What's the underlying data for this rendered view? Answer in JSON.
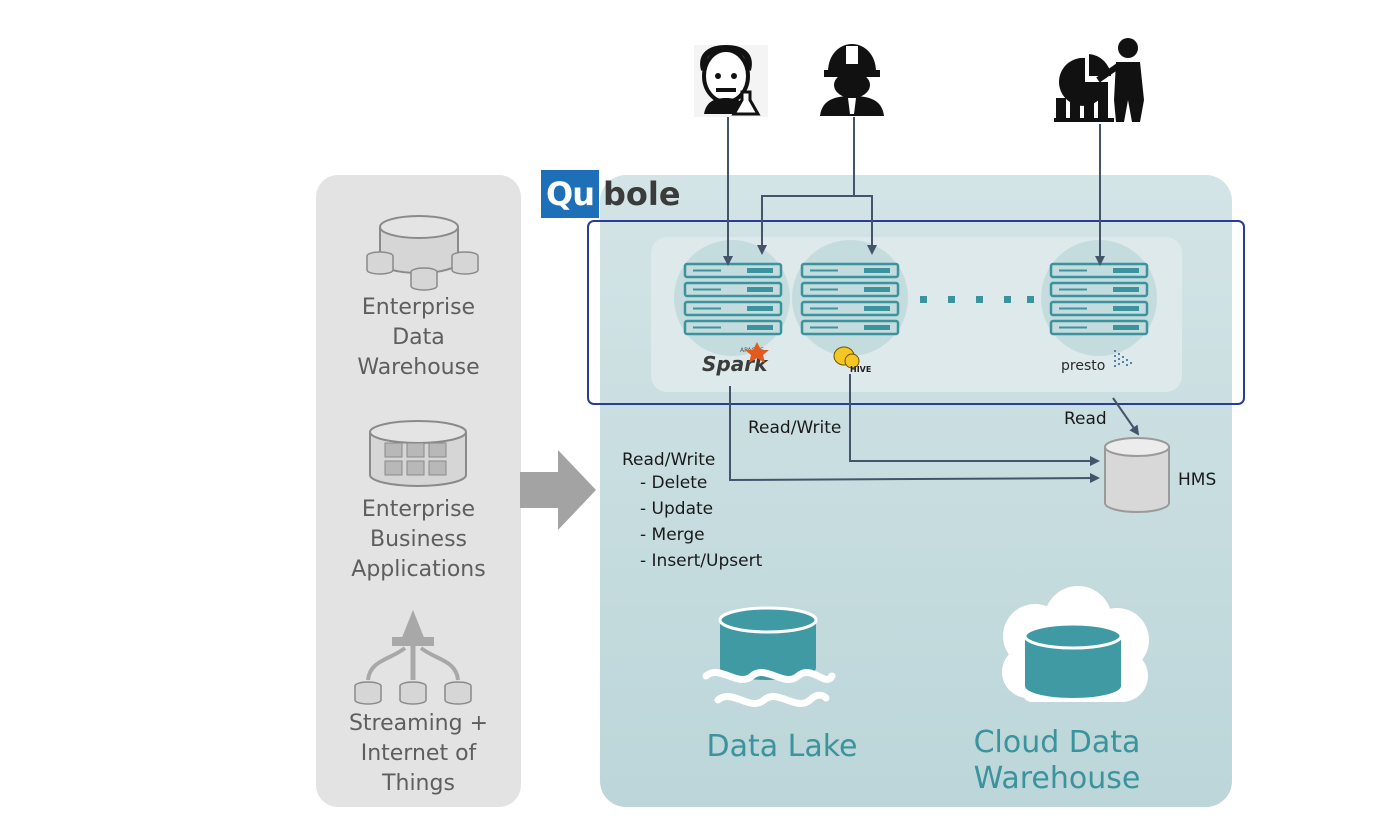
{
  "logo": {
    "qu": "Qu",
    "bole": "bole"
  },
  "sources": {
    "enterprise_dw": [
      "Enterprise",
      "Data",
      "Warehouse"
    ],
    "enterprise_apps": [
      "Enterprise",
      "Business",
      "Applications"
    ],
    "streaming": [
      "Streaming +",
      "Internet of",
      "Things"
    ]
  },
  "engines": {
    "spark_small": "APACHE",
    "spark": "Spark",
    "hive": "HIVE",
    "presto": "presto"
  },
  "labels": {
    "read_write_hive": "Read/Write",
    "read_write_spark": "Read/Write",
    "ops": [
      "- Delete",
      "- Update",
      "- Merge",
      "- Insert/Upsert"
    ],
    "read": "Read",
    "hms": "HMS"
  },
  "stores": {
    "data_lake": "Data  Lake",
    "cloud_dw": [
      "Cloud Data",
      "Warehouse"
    ]
  },
  "colors": {
    "teal": "#3a939d",
    "navy": "#2a3c99",
    "arrow": "#44546a",
    "qubole_blue": "#1d6fb8"
  },
  "icons": [
    "scientist-icon",
    "engineer-icon",
    "analyst-icon",
    "server-icon",
    "database-icon",
    "cloud-icon",
    "water-icon"
  ]
}
